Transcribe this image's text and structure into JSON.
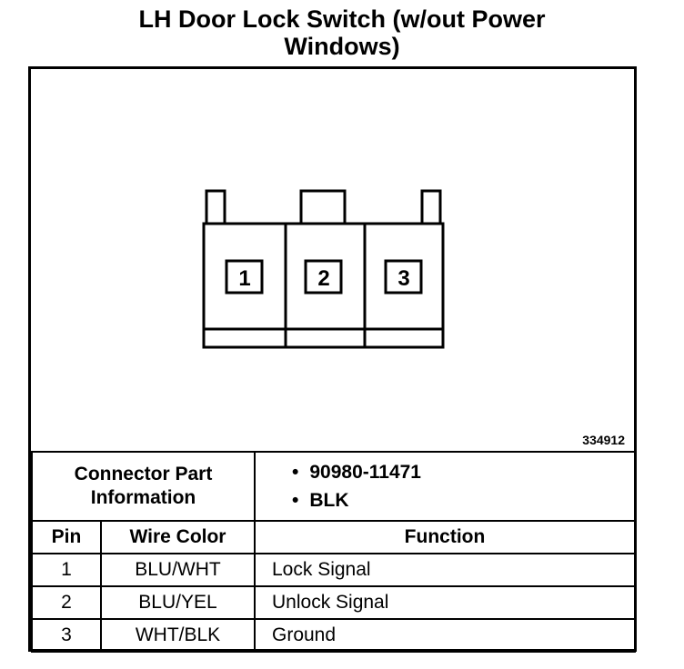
{
  "title": {
    "line1": "LH Door Lock Switch (w/out Power",
    "line2": "Windows)"
  },
  "diagram": {
    "pins": [
      "1",
      "2",
      "3"
    ],
    "figure_code": "334912"
  },
  "connector": {
    "label_line1": "Connector Part",
    "label_line2": "Information",
    "part_number": "90980-11471",
    "color": "BLK"
  },
  "table": {
    "headers": {
      "pin": "Pin",
      "wire": "Wire Color",
      "function": "Function"
    },
    "rows": [
      {
        "pin": "1",
        "wire": "BLU/WHT",
        "function": "Lock Signal"
      },
      {
        "pin": "2",
        "wire": "BLU/YEL",
        "function": "Unlock Signal"
      },
      {
        "pin": "3",
        "wire": "WHT/BLK",
        "function": "Ground"
      }
    ]
  }
}
